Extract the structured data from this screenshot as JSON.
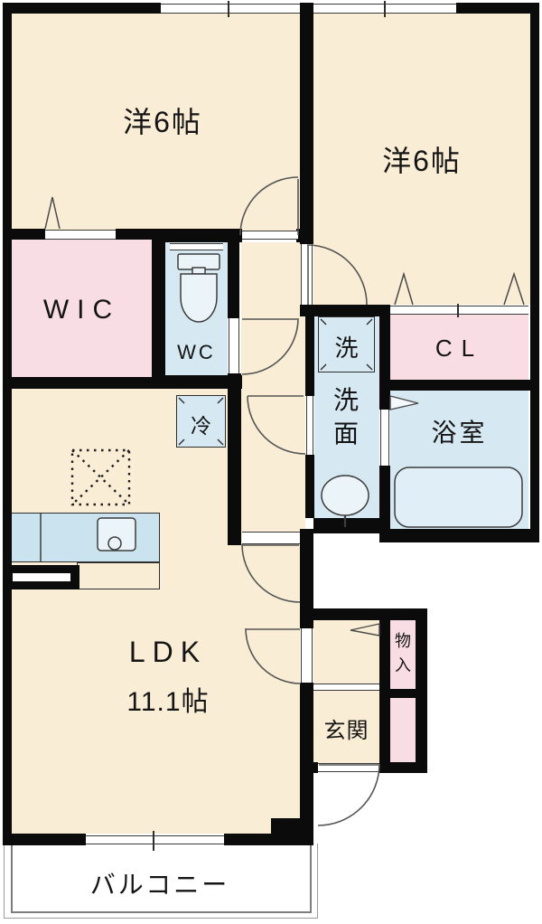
{
  "plan_type": "apartment-floor-plan",
  "colors": {
    "wall": "#0b0b0b",
    "room_cream": "#faedd5",
    "closet_pink": "#f8dee4",
    "wet_area_blue": "#d6e8f1",
    "counter_blue": "#cbe3ee",
    "line": "#4a4a4a",
    "balcony_border": "#8a8a8a"
  },
  "rooms": {
    "bedroom1": {
      "label": "洋6帖"
    },
    "bedroom2": {
      "label": "洋6帖"
    },
    "wic": {
      "label": "WIC"
    },
    "wc": {
      "label": "WC"
    },
    "laundry": {
      "label": "洗"
    },
    "washroom": {
      "chars": [
        "洗",
        "面"
      ]
    },
    "closet": {
      "label": "CL"
    },
    "bathroom": {
      "label": "浴室"
    },
    "refrigerator": {
      "label": "冷"
    },
    "ldk": {
      "label": "LDK",
      "size": "11.1帖"
    },
    "storage": {
      "chars": [
        "物",
        "入"
      ]
    },
    "entrance": {
      "label": "玄関"
    },
    "balcony": {
      "label": "バルコニー"
    }
  },
  "icons": {
    "toilet": "toilet-icon",
    "washbasin": "washbasin-icon",
    "bathtub": "bathtub-icon",
    "kitchen_sink": "kitchen-sink-icon",
    "stove_hatch": "dashed-cross-box-icon",
    "door_swing": "door-swing-arc-icon",
    "folding_door": "folding-door-triangle-icon"
  }
}
